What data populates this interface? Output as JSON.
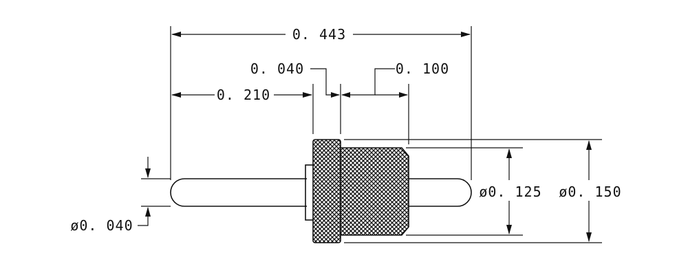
{
  "dimensions": {
    "overall_length": "0. 443",
    "pin_to_flange": "0. 210",
    "flange_thickness": "0. 040",
    "body_length": "0. 100",
    "pin_diameter": "ø0. 040",
    "body_diameter": "ø0. 125",
    "flange_diameter": "ø0. 150"
  },
  "colors": {
    "ink": "#111111",
    "paper": "#ffffff"
  }
}
